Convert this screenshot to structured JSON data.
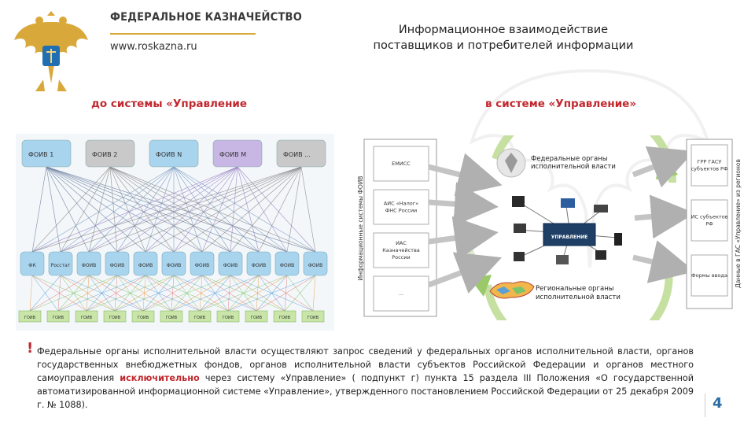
{
  "header": {
    "org_name": "ФЕДЕРАЛЬНОЕ КАЗНАЧЕЙСТВО",
    "org_url": "www.roskazna.ru",
    "title_line1": "Информационное взаимодействие",
    "title_line2": "поставщиков и потребителей информации"
  },
  "sections": {
    "left_heading": "до системы «Управление",
    "right_heading": "в системе «Управление»"
  },
  "left_diagram": {
    "top_nodes": [
      "ФОИВ 1",
      "ФОИВ 2",
      "ФОИВ N",
      "ФОИВ M",
      "ФОИВ ..."
    ],
    "top_colors": [
      "#a9d4ee",
      "#c9c9c9",
      "#a9d4ee",
      "#c8b6e4",
      "#c9c9c9"
    ],
    "mid_nodes": [
      "ФК",
      "Росстат",
      "ФОИВ",
      "ФОИВ",
      "ФОИВ",
      "ФОИВ",
      "ФОИВ",
      "ФОИВ",
      "ФОИВ",
      "ФОИВ",
      "ФОИВ"
    ],
    "bottom_nodes": [
      "ГОИВ",
      "ГОИВ",
      "ГОИВ",
      "ГОИВ",
      "ГОИВ",
      "ГОИВ",
      "ГОИВ",
      "ГОИВ",
      "ГОИВ",
      "ГОИВ",
      "ГОИВ"
    ]
  },
  "right_diagram": {
    "left_vertical_label": "Информационные системы ФОИВ",
    "left_boxes": [
      "ЕМИСС",
      "АИС «Налог» ФНС России",
      "ИАС Казначейства России",
      "..."
    ],
    "federal_label_line1": "Федеральные органы",
    "federal_label_line2": "исполнительной власти",
    "center_label": "УПРАВЛЕНИЕ",
    "regional_label_line1": "Региональные органы",
    "regional_label_line2": "исполнительной власти",
    "right_boxes": [
      "ГРР ГАСУ субъектов РФ",
      "ИС субъектов РФ",
      "Формы ввода"
    ],
    "right_vertical_label": "Данные в ГАС «Управление» из регионов"
  },
  "note": {
    "excl": "!",
    "part1": "Федеральные органы исполнительной власти осуществляют запрос сведений у федеральных органов исполнительной власти, органов государственных внебюджетных фондов, органов исполнительной власти субъектов Российской Федерации и органов местного самоуправления ",
    "highlight": "исключительно",
    "part2": " через систему «Управление» ( подпункт г) пункта 15 раздела III Положения «О государственной автоматизированной информационной системе «Управление», утвержденного постановлением Российской Федерации от 25 декабря 2009 г. № 1088)."
  },
  "page_number": "4",
  "colors": {
    "accent_red": "#c0282e",
    "gold": "#d9a83a",
    "arrow_gray": "#b8b8b8",
    "arrow_green": "#8cc63f",
    "page_blue": "#2b6ca3"
  }
}
